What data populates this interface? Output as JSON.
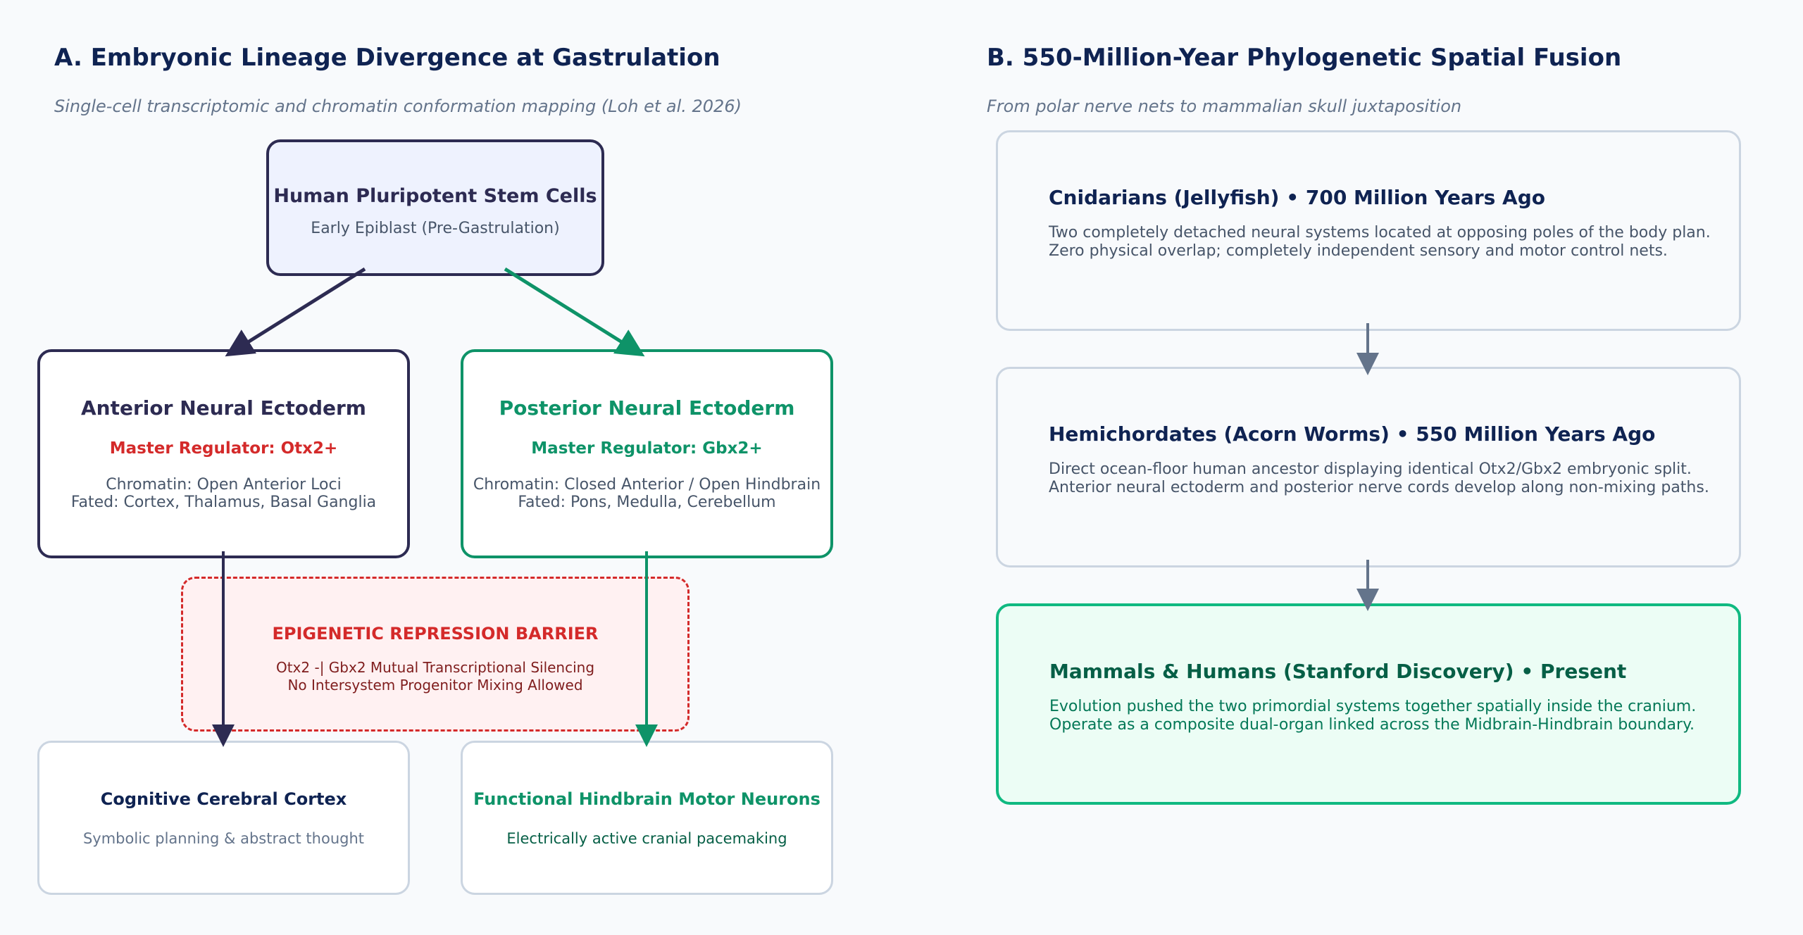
{
  "panel_a": {
    "title": "A. Embryonic Lineage Divergence at Gastrulation",
    "subtitle": "Single-cell transcriptomic and chromatin conformation mapping (Loh et al. 2026)",
    "stem": {
      "title": "Human Pluripotent Stem Cells",
      "sub": "Early Epiblast (Pre-Gastrulation)"
    },
    "anterior": {
      "title": "Anterior Neural Ectoderm",
      "regulator": "Master Regulator: Otx2+",
      "lines": [
        "Chromatin: Open Anterior Loci",
        "Fated: Cortex, Thalamus, Basal Ganglia"
      ]
    },
    "posterior": {
      "title": "Posterior Neural Ectoderm",
      "regulator": "Master Regulator: Gbx2+",
      "lines": [
        "Chromatin: Closed Anterior / Open Hindbrain",
        "Fated: Pons, Medulla, Cerebellum"
      ]
    },
    "barrier": {
      "title": "EPIGENETIC REPRESSION BARRIER",
      "lines": [
        "Otx2 -| Gbx2 Mutual Transcriptional Silencing",
        "No Intersystem Progenitor Mixing Allowed"
      ]
    },
    "cortex": {
      "title": "Cognitive Cerebral Cortex",
      "sub": "Symbolic planning & abstract thought"
    },
    "hindbrain": {
      "title": "Functional Hindbrain Motor Neurons",
      "sub": "Electrically active cranial pacemaking"
    }
  },
  "panel_b": {
    "title": "B. 550-Million-Year Phylogenetic Spatial Fusion",
    "subtitle": "From polar nerve nets to mammalian skull juxtaposition",
    "stages": [
      {
        "title": "Cnidarians (Jellyfish) • 700 Million Years Ago",
        "lines": [
          "Two completely detached neural systems located at opposing poles of the body plan.",
          "Zero physical overlap; completely independent sensory and motor control nets."
        ]
      },
      {
        "title": "Hemichordates (Acorn Worms) • 550 Million Years Ago",
        "lines": [
          "Direct ocean-floor human ancestor displaying identical Otx2/Gbx2 embryonic split.",
          "Anterior neural ectoderm and posterior nerve cords develop along non-mixing paths."
        ]
      },
      {
        "title": "Mammals & Humans (Stanford Discovery) • Present",
        "lines": [
          "Evolution pushed the two primordial systems together spatially inside the cranium.",
          "Operate as a composite dual-organ linked across the Midbrain-Hindbrain boundary."
        ]
      }
    ]
  },
  "colors": {
    "navy": "#2d2b52",
    "green": "#0e9368",
    "red": "#d42a2a",
    "title_blue": "#0f2352",
    "gray_text": "#475569",
    "muted": "#64748b"
  }
}
